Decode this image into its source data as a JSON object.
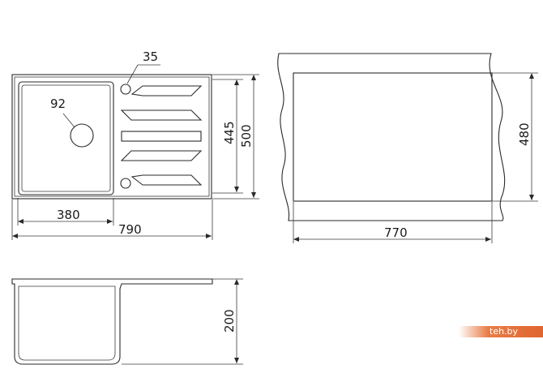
{
  "drawing": {
    "top_view": {
      "width_total": "790",
      "bowl_width": "380",
      "height_total": "500",
      "height_inner": "445",
      "drain_diameter": "92",
      "faucet_hole": "35"
    },
    "cutout_view": {
      "width": "770",
      "height": "480"
    },
    "side_view": {
      "depth": "200"
    }
  },
  "watermark": {
    "text": "teh.by"
  },
  "colors": {
    "line": "#2a2a2a",
    "watermark": "#e0642e"
  }
}
